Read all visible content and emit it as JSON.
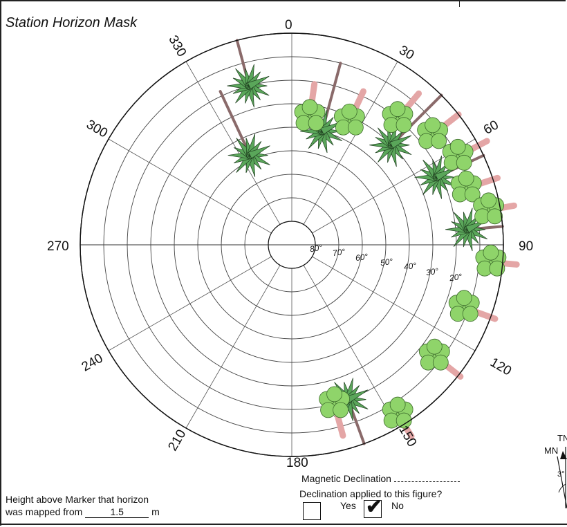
{
  "title": "Station Horizon Mask",
  "chart_data": {
    "type": "polar",
    "azimuth_labels": [
      "0",
      "30",
      "60",
      "90",
      "120",
      "150",
      "180",
      "210",
      "240",
      "270",
      "300",
      "330"
    ],
    "elevation_ring_labels": [
      "80°",
      "70°",
      "60°",
      "50°",
      "40°",
      "30°",
      "20°"
    ],
    "elevation_rings": [
      80,
      70,
      60,
      50,
      40,
      30,
      20,
      10,
      0
    ],
    "obstructions": [
      {
        "kind": "palm",
        "azimuth": 335,
        "elevation": 48
      },
      {
        "kind": "palm",
        "azimuth": 345,
        "elevation": 20
      },
      {
        "kind": "palm",
        "azimuth": 15,
        "elevation": 40
      },
      {
        "kind": "palm",
        "azimuth": 45,
        "elevation": 30
      },
      {
        "kind": "palm",
        "azimuth": 65,
        "elevation": 22
      },
      {
        "kind": "palm",
        "azimuth": 85,
        "elevation": 15
      },
      {
        "kind": "palm",
        "azimuth": 160,
        "elevation": 20
      },
      {
        "kind": "tree",
        "azimuth": 8,
        "elevation": 35
      },
      {
        "kind": "tree",
        "azimuth": 25,
        "elevation": 32
      },
      {
        "kind": "tree",
        "azimuth": 40,
        "elevation": 20
      },
      {
        "kind": "tree",
        "azimuth": 52,
        "elevation": 14
      },
      {
        "kind": "tree",
        "azimuth": 62,
        "elevation": 10
      },
      {
        "kind": "tree",
        "azimuth": 72,
        "elevation": 12
      },
      {
        "kind": "tree",
        "azimuth": 80,
        "elevation": 5
      },
      {
        "kind": "tree",
        "azimuth": 95,
        "elevation": 5
      },
      {
        "kind": "tree",
        "azimuth": 110,
        "elevation": 12
      },
      {
        "kind": "tree",
        "azimuth": 128,
        "elevation": 13
      },
      {
        "kind": "tree",
        "azimuth": 148,
        "elevation": 5
      },
      {
        "kind": "tree",
        "azimuth": 165,
        "elevation": 20
      }
    ]
  },
  "height": {
    "label_line1": "Height above Marker that horizon",
    "label_line2": "was mapped from",
    "value": "1.5",
    "unit": "m"
  },
  "declination": {
    "label": "Magnetic Declination",
    "question": "Declination applied to this figure?",
    "yes_label": "Yes",
    "no_label": "No",
    "selected": "no"
  },
  "compass": {
    "tn_label": "TN",
    "mn_label": "MN",
    "angle_label": "3°"
  },
  "colors": {
    "tree": "#8fd46a",
    "palm": "#5aa65a",
    "trunk": "#e4a6a6",
    "line": "#222222"
  }
}
